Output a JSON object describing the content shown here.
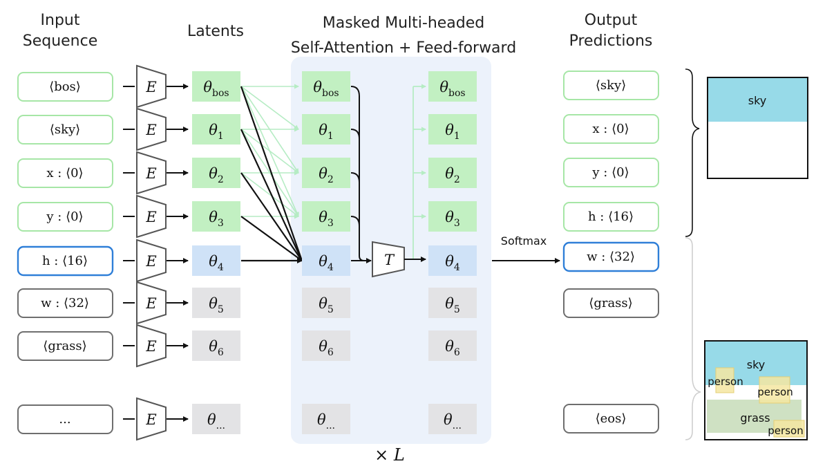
{
  "headers": {
    "input_sequence": [
      "Input",
      "Sequence"
    ],
    "latents": "Latents",
    "attention": [
      "Masked Multi-headed",
      "Self-Attention + Feed-forward"
    ],
    "output_predictions": [
      "Output",
      "Predictions"
    ],
    "repeat": "× L",
    "softmax": "Softmax"
  },
  "encoder_symbol": "E",
  "transformer_symbol": "T",
  "input_tokens": [
    "⟨bos⟩",
    "⟨sky⟩",
    "x : ⟨0⟩",
    "y : ⟨0⟩",
    "h : ⟨16⟩",
    "w : ⟨32⟩",
    "⟨grass⟩",
    "..."
  ],
  "latent_symbol": "θ",
  "latent_subscripts": [
    "bos",
    "1",
    "2",
    "3",
    "4",
    "5",
    "6",
    "..."
  ],
  "output_tokens": [
    "⟨sky⟩",
    "x : ⟨0⟩",
    "y : ⟨0⟩",
    "h : ⟨16⟩",
    "w : ⟨32⟩",
    "⟨grass⟩",
    "⟨eos⟩"
  ],
  "canvas_small": {
    "labels": [
      "sky"
    ]
  },
  "canvas_full": {
    "labels": [
      "sky",
      "person",
      "person",
      "grass",
      "person"
    ]
  },
  "colors": {
    "past": "#c2f0c2",
    "past_border": "#a6e6a6",
    "current": "#cfe2f7",
    "current_border": "#2f7fd8",
    "future": "#e3e3e5",
    "future_border": "#6e6e6e",
    "panel": "#ecf2fb",
    "sky": "#97dae8",
    "grass": "#cfe1c3",
    "person": "#f5e6a1"
  }
}
